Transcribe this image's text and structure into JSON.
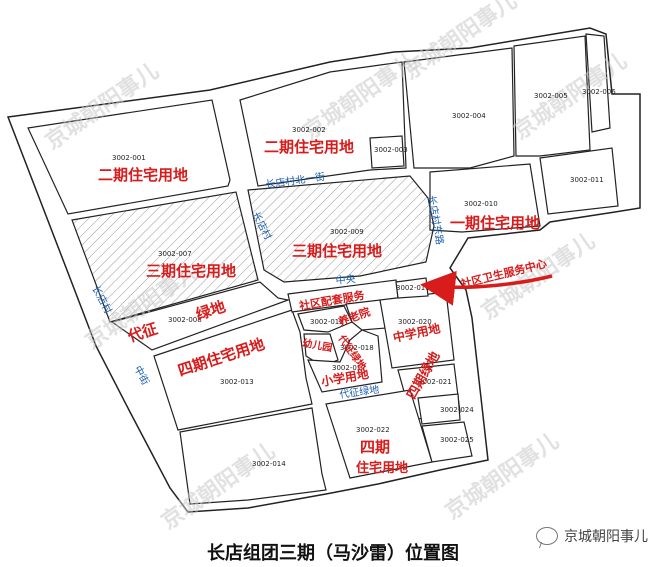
{
  "caption": "长店组团三期（马沙雷）位置图",
  "brand": "京城朝阳事儿",
  "watermark": "京城朝阳事儿",
  "parcel_ids": {
    "p001": "3002-001",
    "p002": "3002-002",
    "p003": "3002-003",
    "p004": "3002-004",
    "p005": "3002-005",
    "p006": "3002-006",
    "p007": "3002-007",
    "p008": "3002-008",
    "p009": "3002-009",
    "p010": "3002-010",
    "p011": "3002-011",
    "p013": "3002-013",
    "p014": "3002-014",
    "p016": "3002-016",
    "p017": "3002-017",
    "p018": "3002-018",
    "p019": "3002-019",
    "p020": "3002-020",
    "p021": "3002-021",
    "p022": "3002-022",
    "p024": "3002-024",
    "p025": "3002-025"
  },
  "land_use": {
    "phase2_west": "二期住宅用地",
    "phase2_center": "二期住宅用地",
    "phase1": "一期住宅用地",
    "phase3_west": "三期住宅用地",
    "phase3_center": "三期住宅用地",
    "green_a": "代征",
    "green_b": "绿地",
    "phase4_west": "四期住宅用地",
    "community": "社区配套服务",
    "nursing": "养老院",
    "kindergarten": "幼儿园",
    "green_c": "代征绿地",
    "middle_school": "中学用地",
    "primary_school": "小学用地",
    "green_d": "四期绿地",
    "phase4_south_a": "四期",
    "phase4_south_b": "住宅用地",
    "annotation": "社区卫生服务中心"
  },
  "roads": {
    "north_street": "长店村北一街",
    "road_east": "长店村东路",
    "road_mid": "中央",
    "road_west_a": "长店村",
    "road_west_b": "中街",
    "road_inner": "长店村",
    "road_side": "代征绿地"
  },
  "colors": {
    "accent": "#d81b1b",
    "road_label": "#1d5fb0",
    "hatch": "#9a9a9a",
    "outline": "#222222"
  }
}
